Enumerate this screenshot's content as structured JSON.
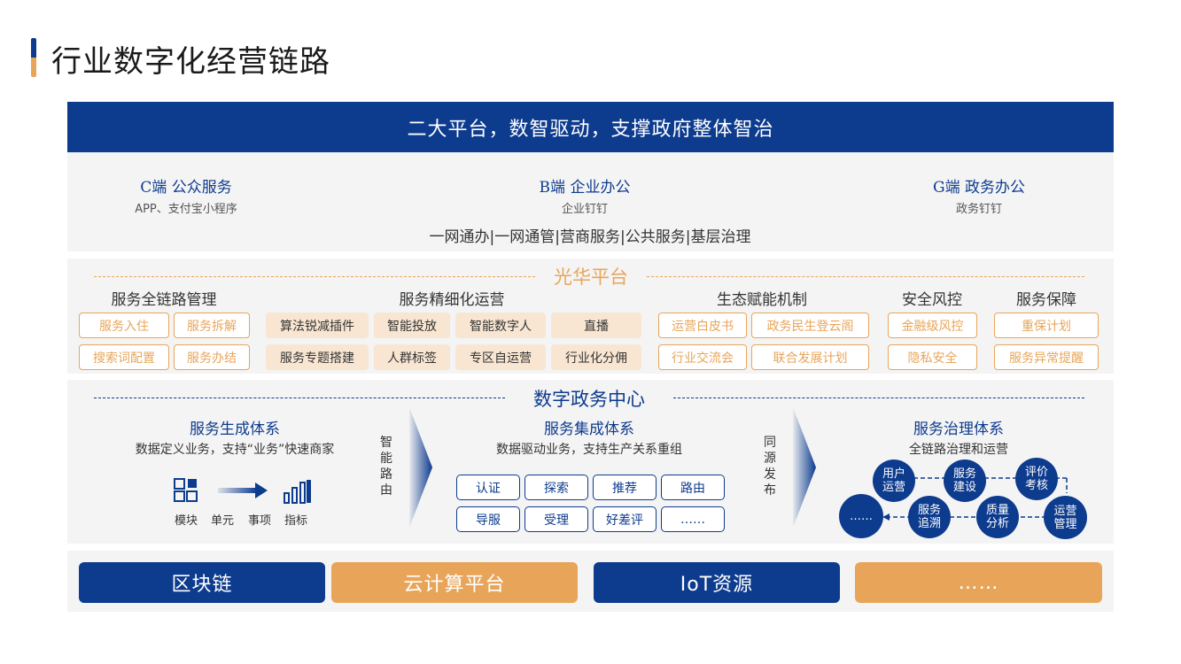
{
  "page": {
    "title": "行业数字化经营链路"
  },
  "banner": "二大平台，数智驱动，支撑政府整体智治",
  "channels": [
    {
      "title": "C端  公众服务",
      "sub": "APP、支付宝小程序"
    },
    {
      "title": "B端  企业办公",
      "sub": "企业钉钉"
    },
    {
      "title": "G端  政务办公",
      "sub": "政务钉钉"
    }
  ],
  "capabilities": "一网通办|一网通管|营商服务|公共服务|基层治理",
  "guanghua": {
    "title": "光华平台",
    "groups": [
      {
        "title": "服务全链路管理",
        "tags": [
          "服务入住",
          "服务拆解",
          "搜索词配置",
          "服务办结"
        ]
      },
      {
        "title": "服务精细化运营",
        "tags": [
          "算法锐减插件",
          "智能投放",
          "智能数字人",
          "直播",
          "服务专题搭建",
          "人群标签",
          "专区自运营",
          "行业化分佣"
        ]
      },
      {
        "title": "生态赋能机制",
        "tags": [
          "运营白皮书",
          "政务民生登云阁",
          "行业交流会",
          "联合发展计划"
        ]
      },
      {
        "title": "安全风控",
        "tags": [
          "金融级风控",
          "隐私安全"
        ]
      },
      {
        "title": "服务保障",
        "tags": [
          "重保计划",
          "服务异常提醒"
        ]
      }
    ]
  },
  "center": {
    "title": "数字政务中心",
    "gen": {
      "title": "服务生成体系",
      "sub": "数据定义业务，支持“业务”快速商家",
      "icons": [
        "模块",
        "单元",
        "事项",
        "指标"
      ]
    },
    "arrow1": "智能路由",
    "integ": {
      "title": "服务集成体系",
      "sub": "数据驱动业务，支持生产关系重组",
      "tags": [
        "认证",
        "探索",
        "推荐",
        "路由",
        "导服",
        "受理",
        "好差评",
        "……"
      ]
    },
    "arrow2": "同源发布",
    "gov": {
      "title": "服务治理体系",
      "sub": "全链路治理和运营",
      "circles": [
        "用户运营",
        "服务建设",
        "评价考核",
        "……",
        "服务追溯",
        "质量分析",
        "运营管理"
      ]
    }
  },
  "base": [
    "区块链",
    "云计算平台",
    "IoT资源",
    "……"
  ],
  "colors": {
    "navy": "#0d3b8e",
    "orange": "#e8a55a",
    "panel": "#f4f4f4"
  }
}
